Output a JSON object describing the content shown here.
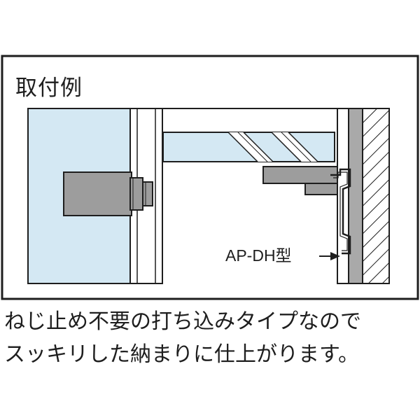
{
  "title": "取付例",
  "callout": {
    "label": "AP-DH型"
  },
  "caption": {
    "line1": "ねじ止め不要の打ち込みタイプなので",
    "line2": "スッキリした納まりに仕上がります。"
  },
  "colors": {
    "outline": "#1e1e1e",
    "glass_blue": "#d4e8f3",
    "part_gray": "#9d9d9d",
    "post_gray": "#a9a9a9",
    "background": "#ffffff"
  }
}
